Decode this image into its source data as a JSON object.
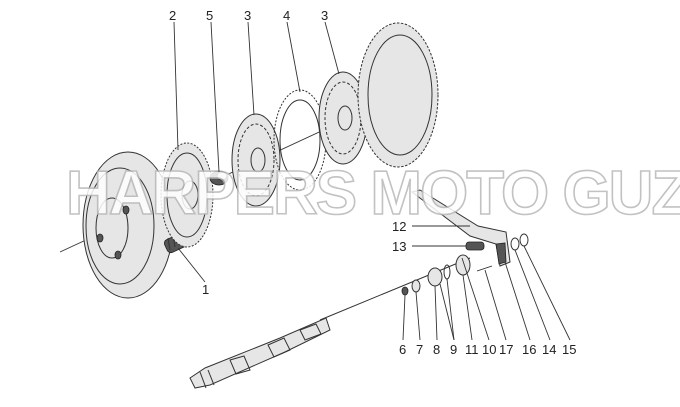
{
  "watermark": "HARPERS MOTO GUZZI©",
  "callouts": [
    {
      "id": "c2",
      "text": "2"
    },
    {
      "id": "c5",
      "text": "5"
    },
    {
      "id": "c3a",
      "text": "3"
    },
    {
      "id": "c4",
      "text": "4"
    },
    {
      "id": "c3b",
      "text": "3"
    },
    {
      "id": "c12",
      "text": "12"
    },
    {
      "id": "c13",
      "text": "13"
    },
    {
      "id": "c1",
      "text": "1"
    },
    {
      "id": "c6",
      "text": "6"
    },
    {
      "id": "c7",
      "text": "7"
    },
    {
      "id": "c8",
      "text": "8"
    },
    {
      "id": "c9",
      "text": "9"
    },
    {
      "id": "c11",
      "text": "11"
    },
    {
      "id": "c10",
      "text": "10"
    },
    {
      "id": "c17",
      "text": "17"
    },
    {
      "id": "c16",
      "text": "16"
    },
    {
      "id": "c14",
      "text": "14"
    },
    {
      "id": "c15",
      "text": "15"
    }
  ]
}
